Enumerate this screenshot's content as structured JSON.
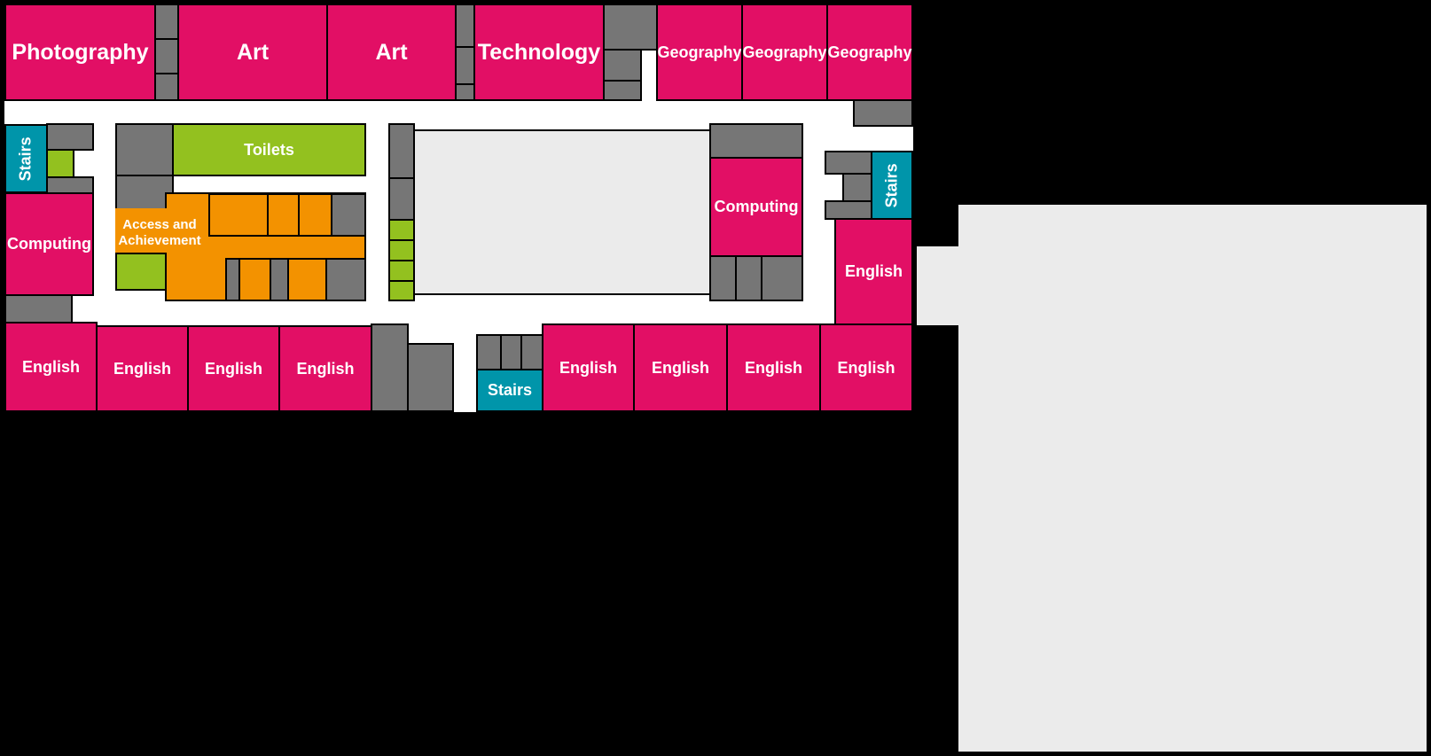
{
  "map": {
    "rooms": {
      "photography": "Photography",
      "art_1": "Art",
      "art_2": "Art",
      "technology": "Technology",
      "geography_1": "Geography",
      "geography_2": "Geography",
      "geography_3": "Geography",
      "toilets": "Toilets",
      "access_line1": "Access and",
      "access_line2": "Achievement",
      "computing_left": "Computing",
      "computing_centre": "Computing",
      "english_right": "English",
      "stairs_left": "Stairs",
      "stairs_right": "Stairs",
      "stairs_bottom": "Stairs",
      "english_row": [
        "English",
        "English",
        "English",
        "English",
        "English",
        "English",
        "English",
        "English"
      ]
    },
    "colors": {
      "department": "#e20f65",
      "service": "#767676",
      "toilets": "#93c11f",
      "access": "#f39200",
      "stairs": "#0095aa",
      "corridor": "#ffffff",
      "courtyard": "#ebebeb",
      "background": "#000000"
    }
  }
}
